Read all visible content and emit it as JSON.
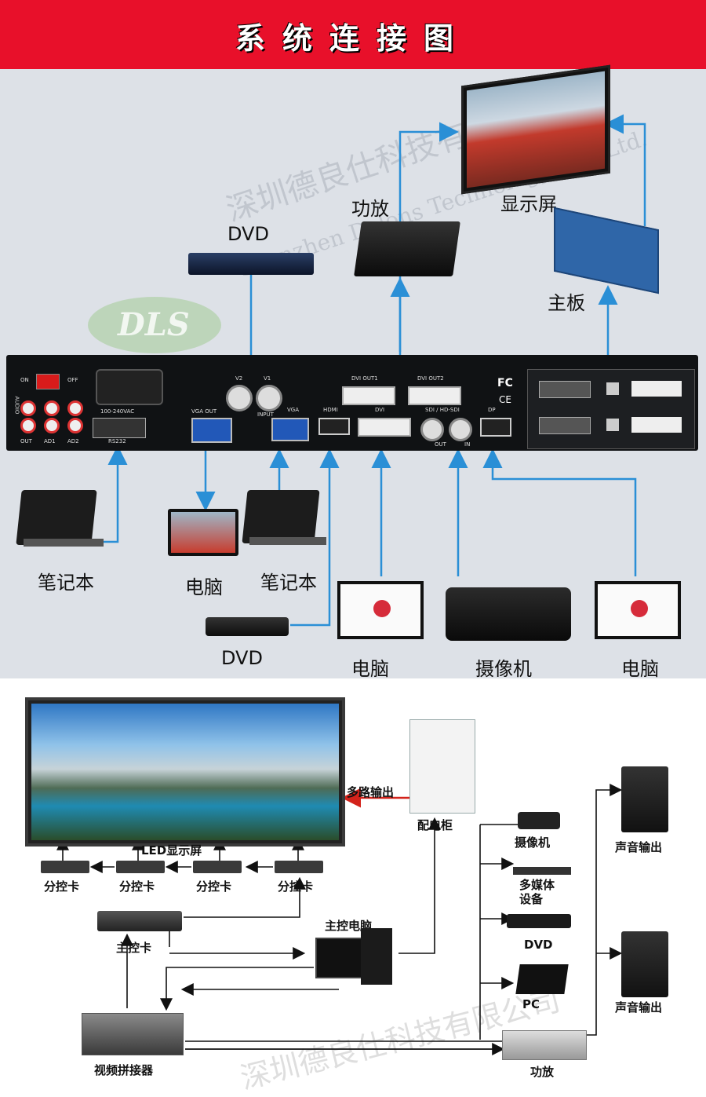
{
  "banner": {
    "title": "系统连接图"
  },
  "top": {
    "labels": {
      "display": "显示屏",
      "amp": "功放",
      "dvd_top": "DVD",
      "mainboard": "主板",
      "laptop1": "笔记本",
      "monitor_out": "电脑",
      "laptop2": "笔记本",
      "dvd_bottom": "DVD",
      "pc1": "电脑",
      "camera": "摄像机",
      "pc2": "电脑"
    },
    "panel": {
      "on": "ON",
      "off": "OFF",
      "audio": "AUDIO",
      "audio_out": "OUT",
      "ad1": "AD1",
      "ad2": "AD2",
      "power": "100-240VAC",
      "rs232": "RS232",
      "vga_out": "VGA OUT",
      "v2": "V2",
      "v1": "V1",
      "input": "INPUT",
      "vga": "VGA",
      "hdmi": "HDMI",
      "dvi": "DVI",
      "dvi_out1": "DVI OUT1",
      "dvi_out2": "DVI OUT2",
      "sdi": "SDI / HD-SDI",
      "sdi_out": "OUT",
      "sdi_in": "IN",
      "dp": "DP",
      "fc": "FC",
      "ce": "CE"
    },
    "watermark": {
      "logo": "DLS",
      "cn": "深圳德良仕科技有限公司",
      "en": "Shenzhen Delons Technology Co., Ltd."
    }
  },
  "bottom": {
    "labels": {
      "multi_out": "多路输出",
      "cabinet": "配电柜",
      "led_screen": "LED显示屏",
      "sub_card": "分控卡",
      "main_card": "主控卡",
      "main_pc": "主控电脑",
      "splicer": "视频拼接器",
      "camcorder": "摄像机",
      "multimedia": "多媒体\n设备",
      "dvd": "DVD",
      "pc": "PC",
      "amp": "功放",
      "sound_out": "声音输出"
    }
  }
}
